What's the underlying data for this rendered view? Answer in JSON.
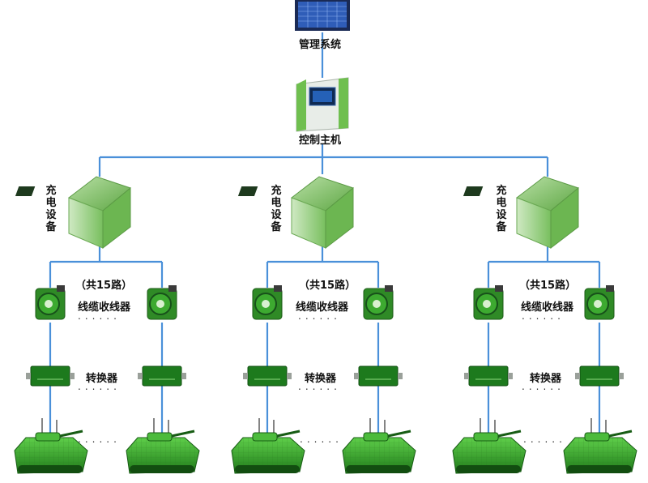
{
  "nodes": {
    "management": "管理系统",
    "controller": "控制主机"
  },
  "groups": [
    {
      "device": "充电设备",
      "count": "（共15路",
      "close": "）",
      "reel": "线缆收线器",
      "converter": "转换器",
      "dots": "......"
    },
    {
      "device": "充电设备",
      "count": "（共15路",
      "close": "）",
      "reel": "线缆收线器",
      "converter": "转换器",
      "dots": "......"
    },
    {
      "device": "充电设备",
      "count": "（共15路",
      "close": "）",
      "reel": "线缆收线器",
      "converter": "转换器",
      "dots": "......"
    }
  ],
  "colors": {
    "line": "#4a90d9",
    "device_green": "#8ccf73",
    "dark_green": "#1d6b1d",
    "vehicle_green": "#3fae2f"
  }
}
